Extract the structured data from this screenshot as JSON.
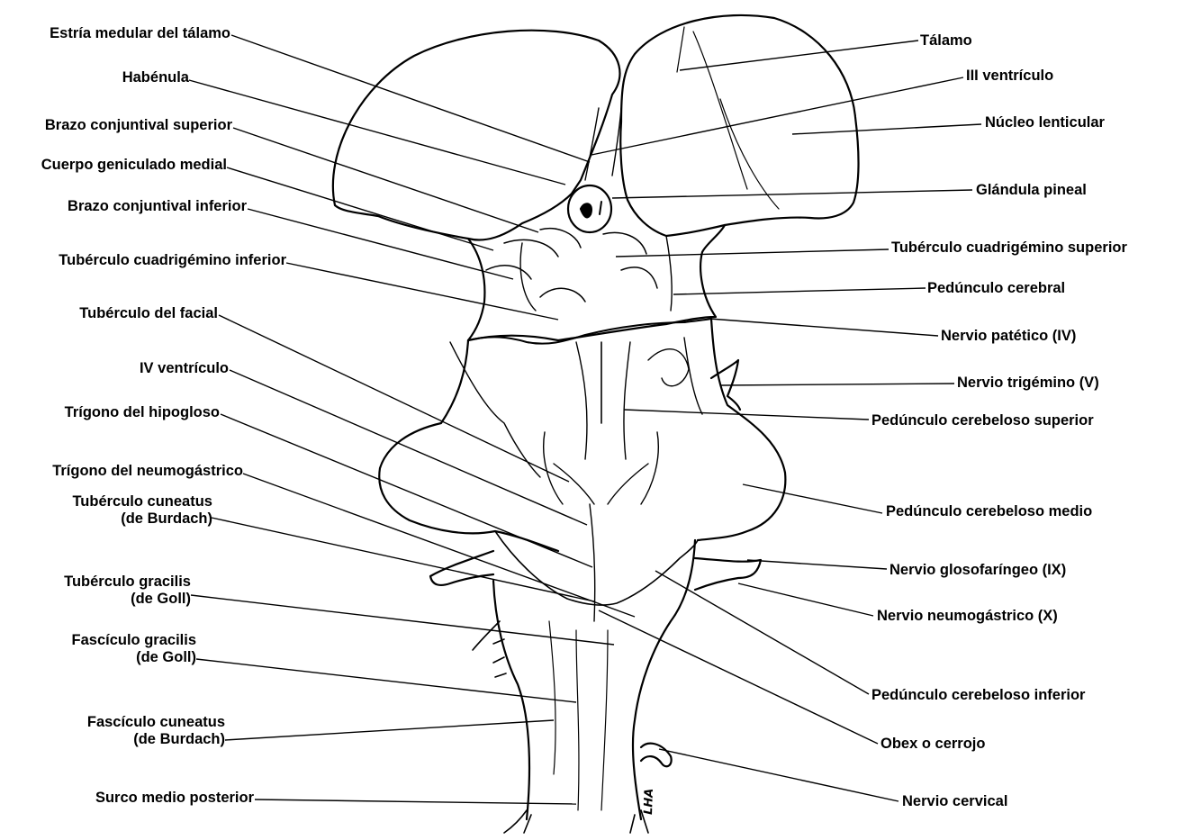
{
  "left_labels": [
    {
      "id": "estria",
      "text": "Estría medular del tálamo"
    },
    {
      "id": "habenula",
      "text": "Habénula"
    },
    {
      "id": "brazo-sup",
      "text": "Brazo conjuntival superior"
    },
    {
      "id": "cuerpo-gen",
      "text": "Cuerpo geniculado medial"
    },
    {
      "id": "brazo-inf",
      "text": "Brazo conjuntival inferior"
    },
    {
      "id": "tub-cuad-inf",
      "text": "Tubérculo cuadrigémino inferior"
    },
    {
      "id": "tub-facial",
      "text": "Tubérculo del facial"
    },
    {
      "id": "iv-ventriculo",
      "text": "IV ventrículo"
    },
    {
      "id": "trigono-hipo",
      "text": "Trígono del hipogloso"
    },
    {
      "id": "trigono-neumo",
      "text": "Trígono del neumogástrico"
    },
    {
      "id": "tub-cuneatus",
      "text": "Tubérculo cuneatus",
      "text2": "(de Burdach)"
    },
    {
      "id": "tub-gracilis",
      "text": "Tubérculo gracilis",
      "text2": "(de Goll)"
    },
    {
      "id": "fasc-gracilis",
      "text": "Fascículo gracilis",
      "text2": "(de Goll)"
    },
    {
      "id": "fasc-cuneatus",
      "text": "Fascículo cuneatus",
      "text2": "(de Burdach)"
    },
    {
      "id": "surco-medio",
      "text": "Surco medio posterior"
    }
  ],
  "right_labels": [
    {
      "id": "talamo",
      "text": "Tálamo"
    },
    {
      "id": "iii-ventriculo",
      "text": "III ventrículo"
    },
    {
      "id": "nucleo-lent",
      "text": "Núcleo lenticular"
    },
    {
      "id": "glandula-pineal",
      "text": "Glándula pineal"
    },
    {
      "id": "tub-cuad-sup",
      "text": "Tubérculo cuadrigémino superior"
    },
    {
      "id": "pedunculo-cerebral",
      "text": "Pedúnculo cerebral"
    },
    {
      "id": "nervio-patetico",
      "text": "Nervio patético (IV)"
    },
    {
      "id": "nervio-trigemino",
      "text": "Nervio trigémino (V)"
    },
    {
      "id": "ped-cereb-sup",
      "text": "Pedúnculo cerebeloso superior"
    },
    {
      "id": "ped-cereb-medio",
      "text": "Pedúnculo cerebeloso medio"
    },
    {
      "id": "nervio-gloso",
      "text": "Nervio glosofaríngeo (IX)"
    },
    {
      "id": "nervio-neumo",
      "text": "Nervio neumogástrico (X)"
    },
    {
      "id": "ped-cereb-inf",
      "text": "Pedúnculo cerebeloso inferior"
    },
    {
      "id": "obex",
      "text": "Obex o cerrojo"
    },
    {
      "id": "nervio-cervical",
      "text": "Nervio cervical"
    }
  ],
  "signature": "LHA"
}
